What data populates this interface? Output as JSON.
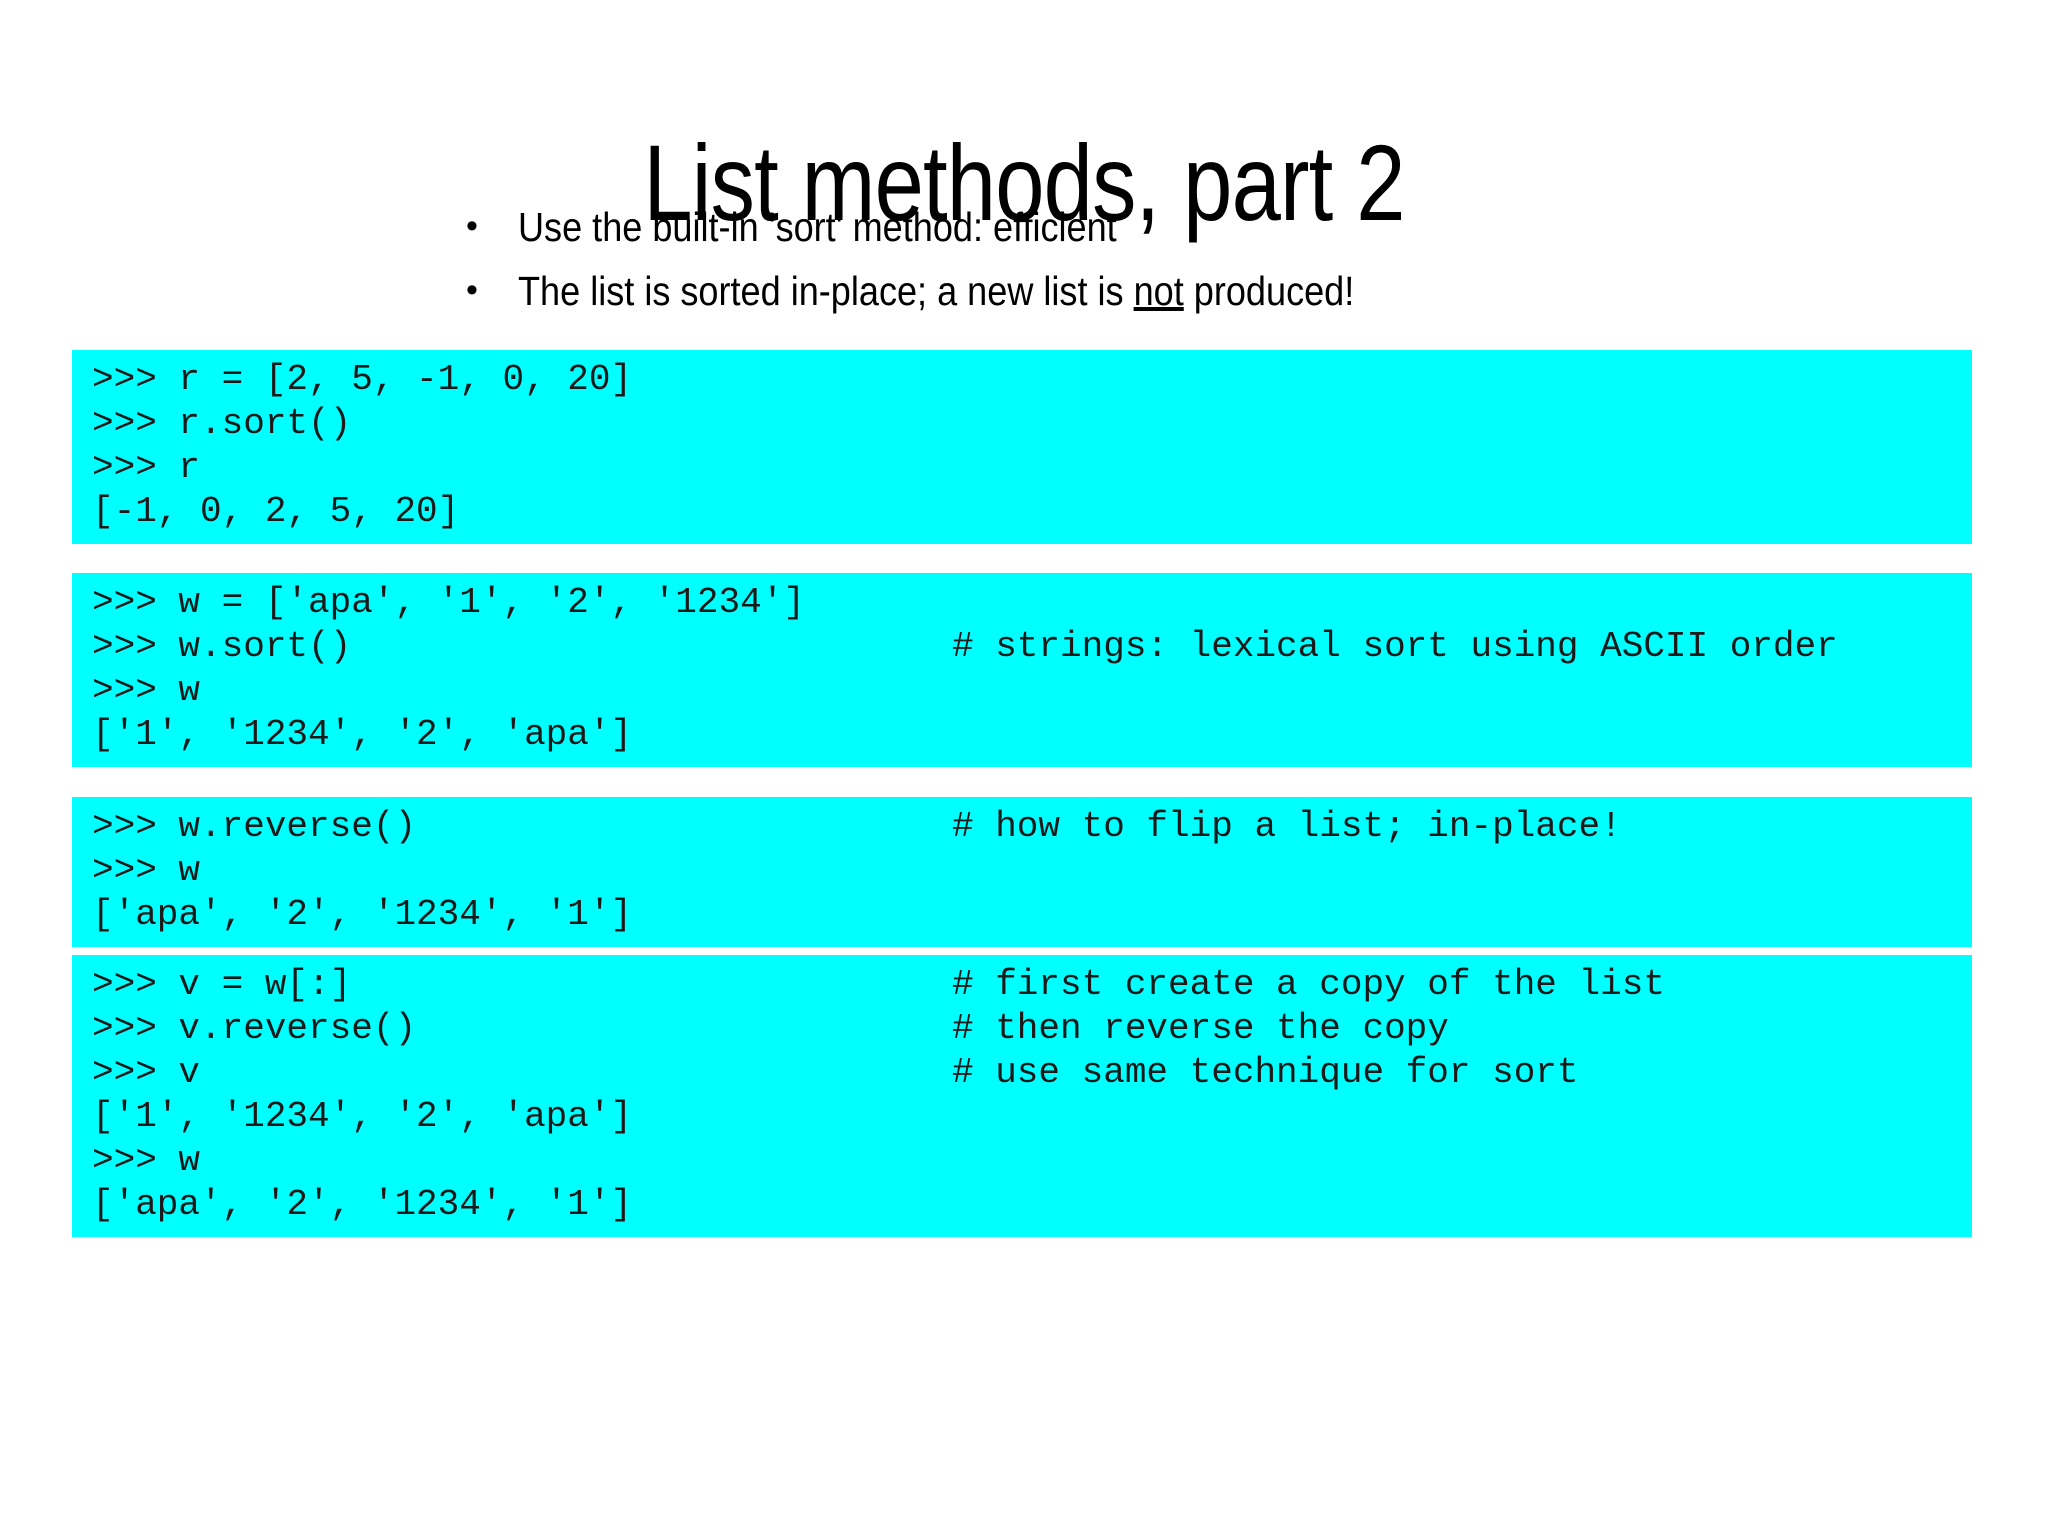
{
  "slide": {
    "title": "List methods, part 2",
    "background_color": "#ffffff",
    "code_block_color": "#00ffff",
    "text_color": "#000000"
  },
  "bullets": [
    {
      "marker": "•",
      "text_before": "Use the built-in 'sort' method: efficient",
      "emphasis": "",
      "text_after": ""
    },
    {
      "marker": "•",
      "text_before": "The list is sorted in-place; a new list is ",
      "emphasis": "not",
      "text_after": " produced!"
    }
  ],
  "code_blocks": [
    {
      "id": "block-1",
      "lines": [
        {
          "code": ">>> r = [2, 5, -1, 0, 20]",
          "comment": ""
        },
        {
          "code": ">>> r.sort()",
          "comment": ""
        },
        {
          "code": ">>> r",
          "comment": ""
        },
        {
          "code": "[-1, 0, 2, 5, 20]",
          "comment": ""
        }
      ]
    },
    {
      "id": "block-2",
      "lines": [
        {
          "code": ">>> w = ['apa', '1', '2', '1234']",
          "comment": ""
        },
        {
          "code": ">>> w.sort()",
          "comment": "# strings: lexical sort using ASCII order"
        },
        {
          "code": ">>> w",
          "comment": ""
        },
        {
          "code": "['1', '1234', '2', 'apa']",
          "comment": ""
        }
      ]
    },
    {
      "id": "block-3",
      "lines": [
        {
          "code": ">>> w.reverse()",
          "comment": "# how to flip a list; in-place!"
        },
        {
          "code": ">>> w",
          "comment": ""
        },
        {
          "code": "['apa', '2', '1234', '1']",
          "comment": ""
        }
      ]
    },
    {
      "id": "block-4",
      "lines": [
        {
          "code": ">>> v = w[:]",
          "comment": "# first create a copy of the list"
        },
        {
          "code": ">>> v.reverse()",
          "comment": "# then reverse the copy"
        },
        {
          "code": ">>> v",
          "comment": "# use same technique for sort"
        },
        {
          "code": "['1', '1234', '2', 'apa']",
          "comment": ""
        },
        {
          "code": ">>> w",
          "comment": ""
        },
        {
          "code": "['apa', '2', '1234', '1']",
          "comment": ""
        }
      ]
    }
  ]
}
